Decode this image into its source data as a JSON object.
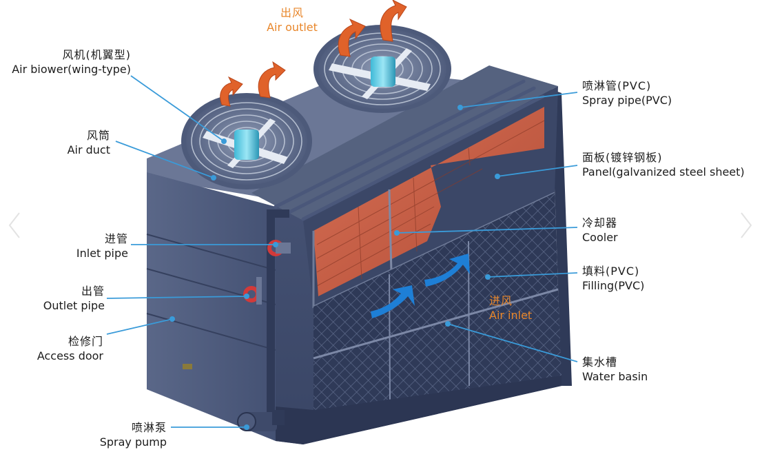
{
  "labels": {
    "air_outlet": {
      "zh": "出风",
      "en": "Air outlet"
    },
    "air_blower": {
      "zh": "风机(机翼型)",
      "en": "Air biower(wing-type)"
    },
    "air_duct": {
      "zh": "风筒",
      "en": "Air duct"
    },
    "inlet_pipe": {
      "zh": "进管",
      "en": "Inlet pipe"
    },
    "outlet_pipe": {
      "zh": "出管",
      "en": "Outlet pipe"
    },
    "access_door": {
      "zh": "检修门",
      "en": "Access door"
    },
    "spray_pump": {
      "zh": "喷淋泵",
      "en": "Spray pump"
    },
    "spray_pipe": {
      "zh": "喷淋管(PVC)",
      "en": "Spray pipe(PVC)"
    },
    "panel": {
      "zh": "面板(镀锌钢板)",
      "en": "Panel(galvanized steel sheet)"
    },
    "cooler": {
      "zh": "冷却器",
      "en": "Cooler"
    },
    "filling": {
      "zh": "填料(PVC)",
      "en": "Filling(PVC)"
    },
    "air_inlet": {
      "zh": "进风",
      "en": "Air inlet"
    },
    "water_basin": {
      "zh": "集水槽",
      "en": "Water basin"
    }
  },
  "icons": {
    "prev": "chevron-left-icon",
    "next": "chevron-right-icon",
    "airflow_out": "orange-arrow-icon",
    "airflow_in": "blue-arrow-icon"
  },
  "colors": {
    "label_text": "#1c1c1c",
    "air_label": "#e8862a",
    "leader_line": "#3a9bd9",
    "casing": "#3d4a6b",
    "cooler_coil": "#c45a40",
    "outlet_arrow": "#e0622a",
    "inlet_arrow": "#1e7fd6"
  }
}
